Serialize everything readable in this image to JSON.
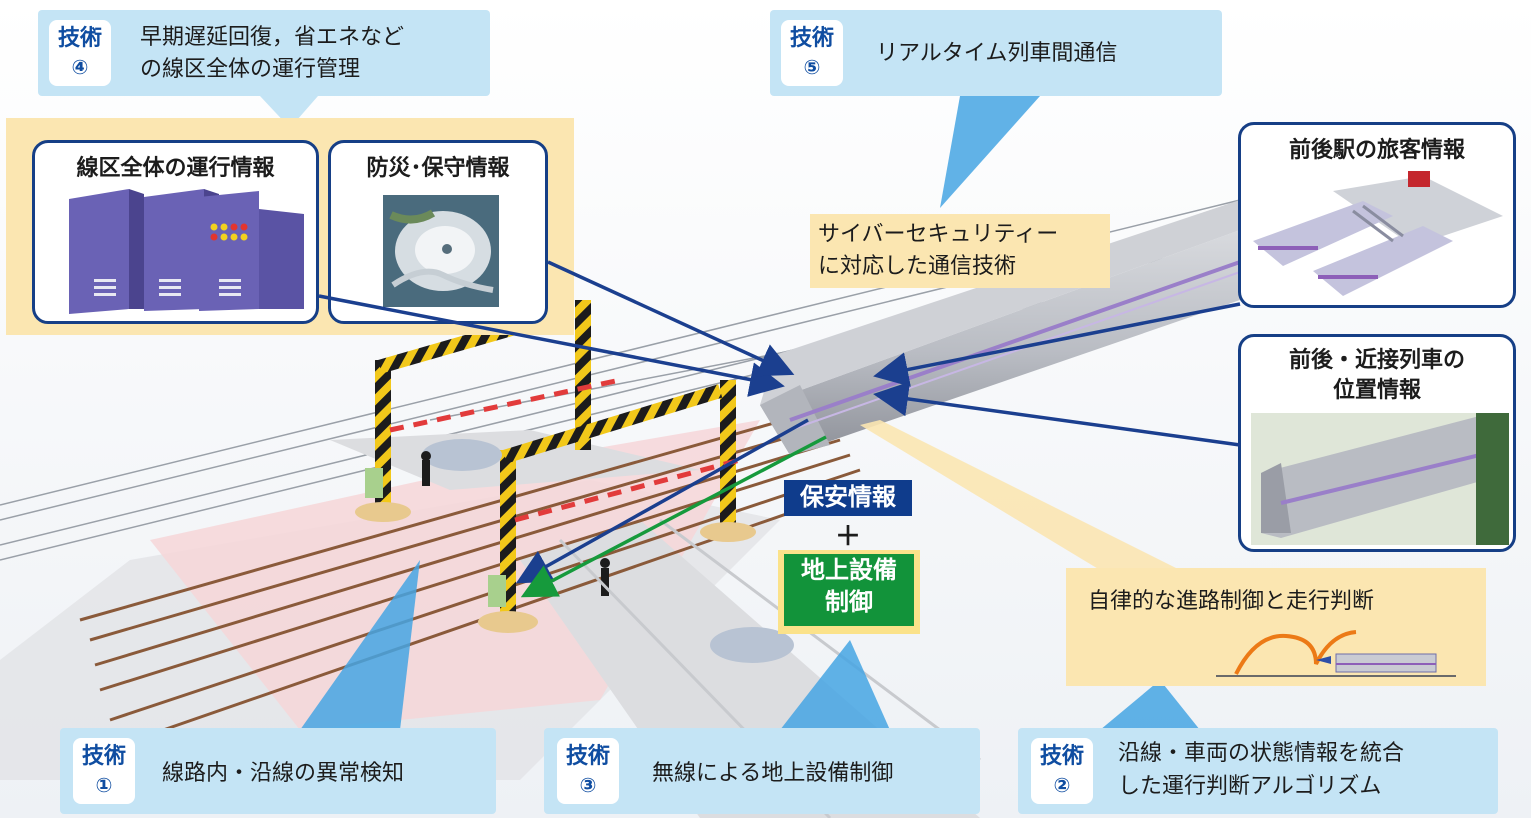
{
  "callouts": {
    "tech4": {
      "badge_word": "技術",
      "badge_num": "④",
      "line1": "早期遅延回復，省エネなど",
      "line2": "の線区全体の運行管理"
    },
    "tech5": {
      "badge_word": "技術",
      "badge_num": "⑤",
      "line1": "リアルタイム列車間通信"
    },
    "tech1": {
      "badge_word": "技術",
      "badge_num": "①",
      "line1": "線路内・沿線の異常検知"
    },
    "tech3": {
      "badge_word": "技術",
      "badge_num": "③",
      "line1": "無線による地上設備制御"
    },
    "tech2": {
      "badge_word": "技術",
      "badge_num": "②",
      "line1": "沿線・車両の状態情報を統合",
      "line2": "した運行判断アルゴリズム"
    }
  },
  "panels": {
    "operation_info": "線区全体の運行情報",
    "disaster_info": "防災･保守情報",
    "station_info": "前後駅の旅客情報",
    "position_info_line1": "前後・近接列車の",
    "position_info_line2": "位置情報"
  },
  "notes": {
    "cyber_line1": "サイバーセキュリティー",
    "cyber_line2": "に対応した通信技術",
    "autonomous": "自律的な進路制御と走行判断"
  },
  "tags": {
    "safety_info": "保安情報",
    "plus": "＋",
    "ground_line1": "地上設備",
    "ground_line2": "制御"
  },
  "colors": {
    "callout_bg": "#c4e4f5",
    "accent_blue": "#0f4da1",
    "panel_border": "#163f86",
    "note_bg": "#fbe6b1",
    "navy_arrow": "#1b3f8f",
    "green_arrow": "#169a3c",
    "server": "#6a62b5"
  }
}
